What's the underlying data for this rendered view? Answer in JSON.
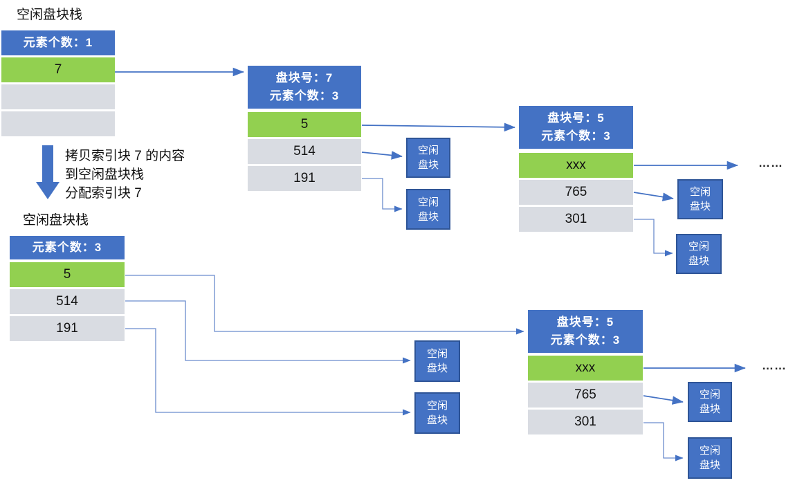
{
  "diagram": {
    "free_block_label": [
      "空闲",
      "盘块"
    ],
    "ellipsis": "……",
    "stage1": {
      "stack_title": "空闲盘块栈",
      "stack": {
        "header": "元素个数：1",
        "rows": [
          "7",
          "",
          ""
        ]
      },
      "block7": {
        "title1": "盘块号：7",
        "title2": "元素个数：3",
        "rows": [
          "5",
          "514",
          "191"
        ]
      },
      "block5": {
        "title1": "盘块号：5",
        "title2": "元素个数：3",
        "rows": [
          "xxx",
          "765",
          "301"
        ]
      }
    },
    "transition": {
      "line1": "拷贝索引块 7 的内容",
      "line2": "到空闲盘块栈",
      "line3": "分配索引块 7"
    },
    "stage2": {
      "stack_title": "空闲盘块栈",
      "stack": {
        "header": "元素个数：3",
        "rows": [
          "5",
          "514",
          "191"
        ]
      },
      "block5": {
        "title1": "盘块号：5",
        "title2": "元素个数：3",
        "rows": [
          "xxx",
          "765",
          "301"
        ]
      }
    },
    "colors": {
      "header_blue": "#4472C4",
      "box_border": "#2F5597",
      "stack_top_green": "#92D050",
      "stack_row_gray": "#D9DCE2",
      "arrow_blue": "#4472C4"
    }
  }
}
